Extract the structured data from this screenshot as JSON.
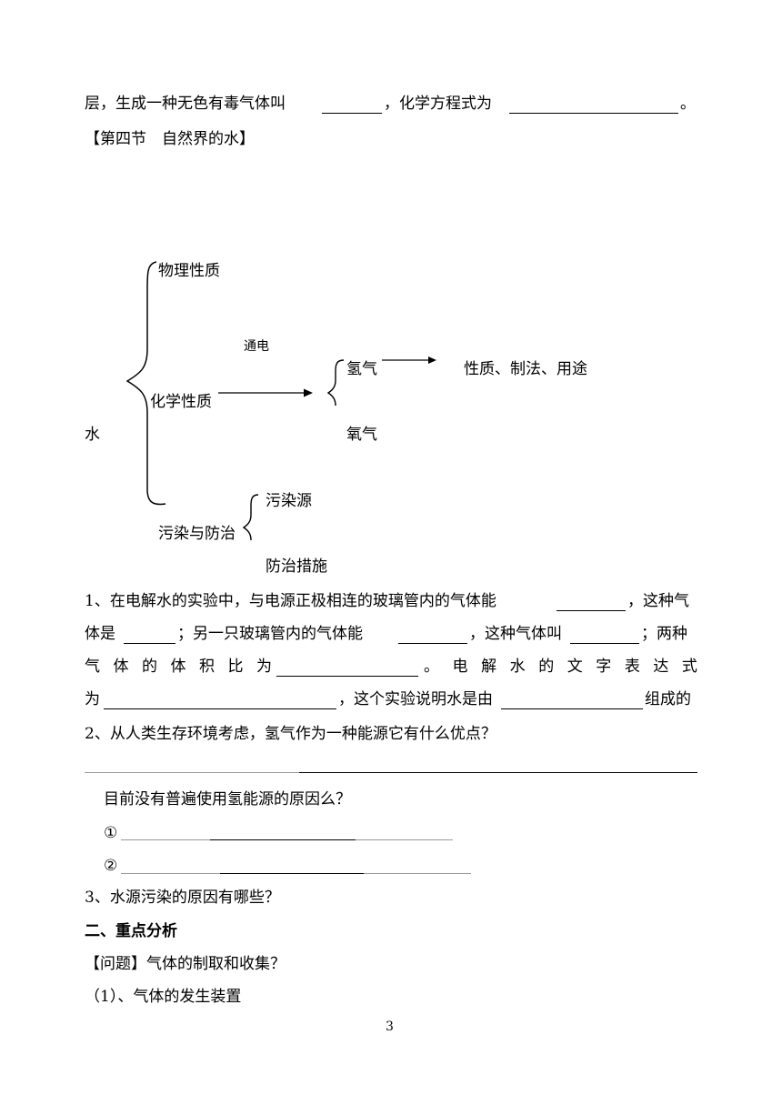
{
  "top_line": {
    "a": "层，生成一种无色有毒气体叫",
    "b": "，化学方程式为",
    "c": "。"
  },
  "section_heading": "【第四节　自然界的水】",
  "diagram": {
    "root": "水",
    "physical": "物理性质",
    "chemical": "化学性质",
    "pollution": "污染与防治",
    "electrolysis": "通电",
    "hydrogen": "氢气",
    "oxygen": "氧气",
    "hydrogen_props": "性质、制法、用途",
    "pollution_source": "污染源",
    "prevention": "防治措施"
  },
  "q1": {
    "l1a": "1、在电解水的实验中，与电源正极相连的玻璃管内的气体能",
    "l1b": "，这种气",
    "l2a": "体是",
    "l2b": "；另一只玻璃管内的气体能",
    "l2c": "，这种气体叫",
    "l2d": "；两种",
    "l3_chars": [
      "气",
      "体",
      "的",
      "体",
      "积",
      "比",
      "为"
    ],
    "l3_tail_chars": [
      "。",
      "电",
      "解",
      "水",
      "的",
      "文",
      "字",
      "表",
      "达",
      "式"
    ],
    "l4a": "为",
    "l4b": "，这个实验说明水是由",
    "l4c": "组成的"
  },
  "q2": {
    "text": "2、从人类生存环境考虑，氢气作为一种能源它有什么优点？",
    "sub": "目前没有普遍使用氢能源的原因么？",
    "item1": "①",
    "item2": "②"
  },
  "q3": "3、水源污染的原因有哪些？",
  "section2": "二、重点分析",
  "question_tag": "【问题】",
  "question_text": "气体的制取和收集？",
  "sub1": "（1）、气体的发生装置",
  "page_number": "3"
}
